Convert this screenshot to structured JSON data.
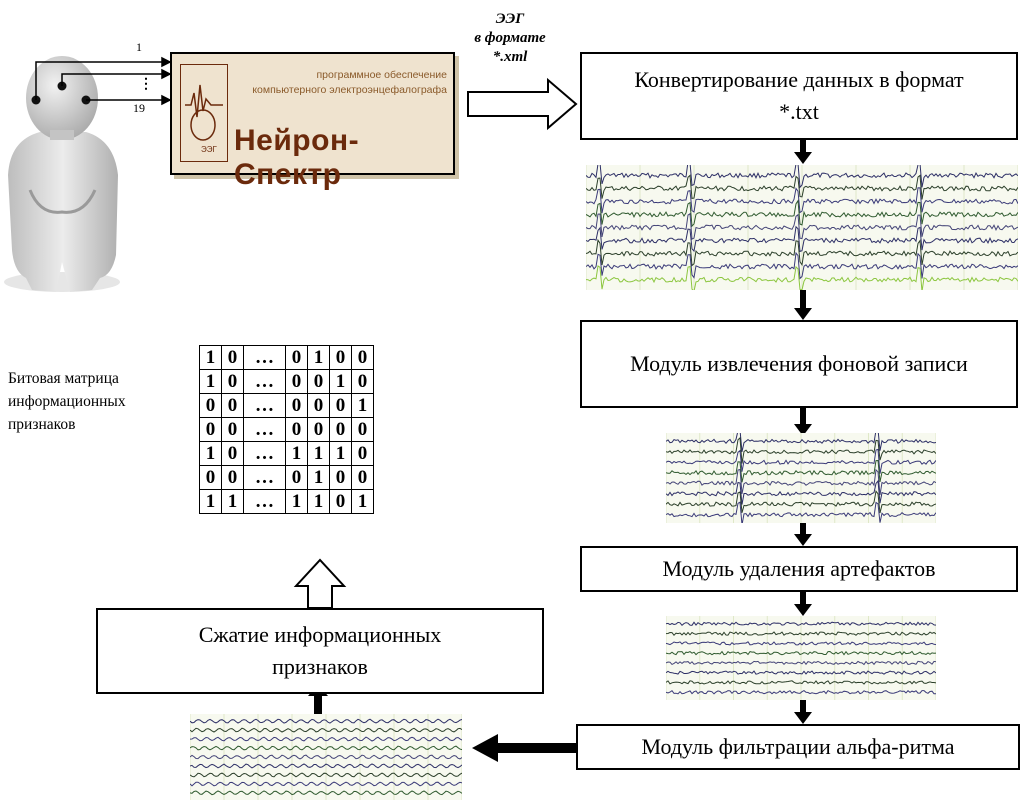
{
  "software": {
    "caption_line1": "программное обеспечение",
    "caption_line2": "компьютерного электроэнцефалографа",
    "name": "Нейрон-Спектр",
    "logo_text": "ЭЭГ"
  },
  "channels": {
    "first": "1",
    "dots": "⋮",
    "last": "19"
  },
  "format_label": {
    "line1": "ЭЭГ",
    "line2": "в формате",
    "line3": "*.xml"
  },
  "steps": {
    "convert": "Конвертирование данных в формат *.txt",
    "extract": "Модуль извлечения фоновой записи",
    "artifacts": "Модуль удаления артефактов",
    "alpha": "Модуль фильтрации альфа-ритма",
    "compress": "Сжатие информационных признаков"
  },
  "matrix": {
    "label": "Битовая матрица информационных признаков",
    "rows": [
      [
        "1",
        "0",
        "…",
        "0",
        "1",
        "0",
        "0"
      ],
      [
        "1",
        "0",
        "…",
        "0",
        "0",
        "1",
        "0"
      ],
      [
        "0",
        "0",
        "…",
        "0",
        "0",
        "0",
        "1"
      ],
      [
        "0",
        "0",
        "…",
        "0",
        "0",
        "0",
        "0"
      ],
      [
        "1",
        "0",
        "…",
        "1",
        "1",
        "1",
        "0"
      ],
      [
        "0",
        "0",
        "…",
        "0",
        "1",
        "0",
        "0"
      ],
      [
        "1",
        "1",
        "…",
        "1",
        "1",
        "0",
        "1"
      ]
    ]
  }
}
